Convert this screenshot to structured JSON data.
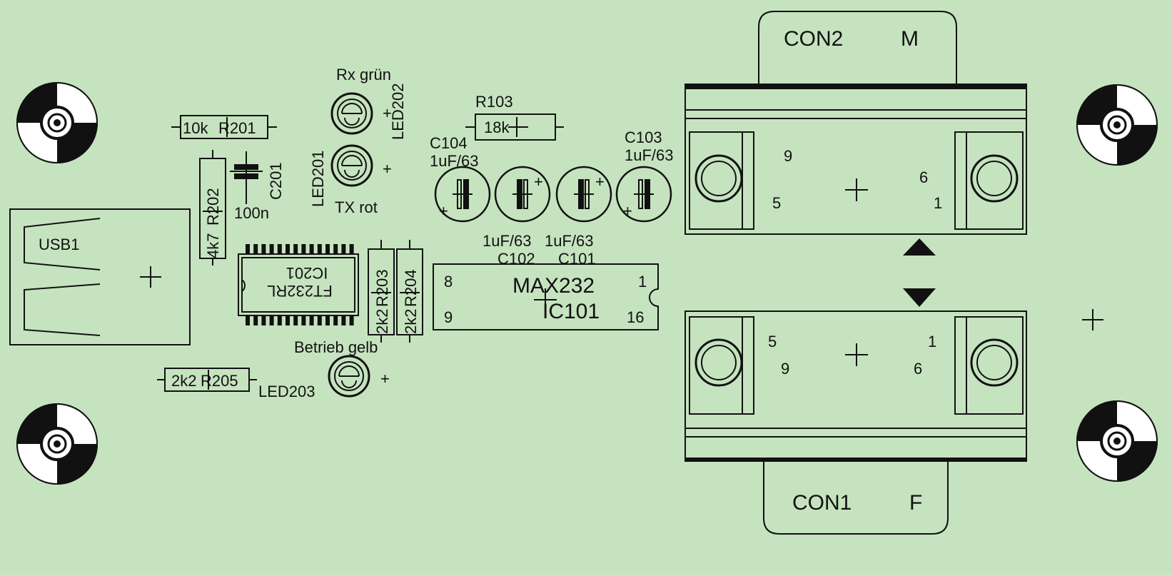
{
  "colors": {
    "board": "#c6e3bf",
    "ink": "#111111"
  },
  "connectors": {
    "con2": {
      "name": "CON2",
      "gender": "M",
      "pins": {
        "tl": "9",
        "bl": "5",
        "tr": "6",
        "br": "1"
      }
    },
    "con1": {
      "name": "CON1",
      "gender": "F",
      "pins": {
        "tl": "5",
        "bl": "9",
        "tr": "1",
        "br": "6"
      }
    }
  },
  "usb": {
    "name": "USB1"
  },
  "resistors": {
    "r201": {
      "ref": "R201",
      "value": "10k"
    },
    "r202": {
      "ref": "R202",
      "value": "4k7"
    },
    "r203": {
      "ref": "R203",
      "value": "2k2"
    },
    "r204": {
      "ref": "R204",
      "value": "2k2"
    },
    "r205": {
      "ref": "R205",
      "value": "2k2"
    },
    "r103": {
      "ref": "R103",
      "value": "18k"
    }
  },
  "capacitors": {
    "c201": {
      "ref": "C201",
      "value": "100n"
    },
    "c101": {
      "ref": "C101",
      "value": "1uF/63"
    },
    "c102": {
      "ref": "C102",
      "value": "1uF/63"
    },
    "c103": {
      "ref": "C103",
      "value": "1uF/63"
    },
    "c104": {
      "ref": "C104",
      "value": "1uF/63"
    }
  },
  "leds": {
    "led201": {
      "ref": "LED201",
      "label": "TX rot"
    },
    "led202": {
      "ref": "LED202",
      "label": "Rx grün"
    },
    "led203": {
      "ref": "LED203",
      "label": "Betrieb gelb"
    }
  },
  "ics": {
    "ic201": {
      "ref": "IC201",
      "part": "FT232RL"
    },
    "ic101": {
      "ref": "IC101",
      "part": "MAX232",
      "pins": {
        "tl": "8",
        "bl": "9",
        "tr": "1",
        "br": "16"
      }
    }
  },
  "plus_sign": "+"
}
